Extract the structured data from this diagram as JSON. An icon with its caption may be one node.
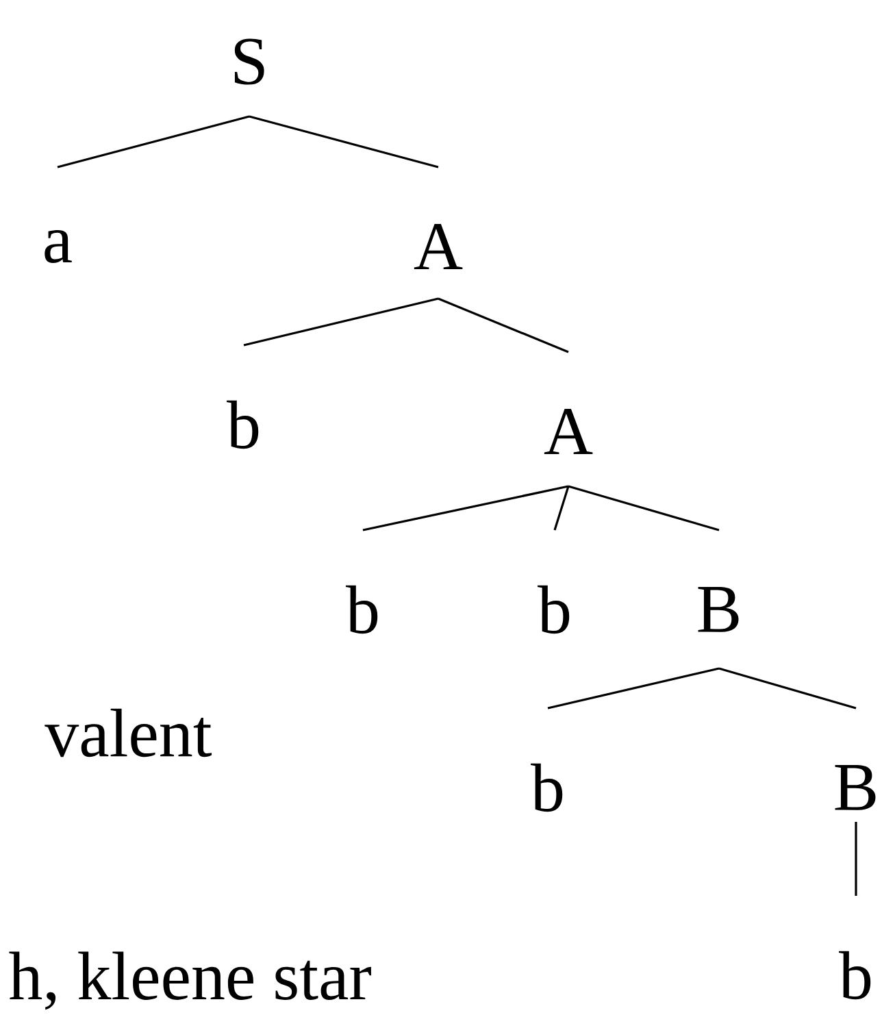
{
  "diagram": {
    "nodes": [
      {
        "text": [
          "S"
        ]
      },
      {
        "text": [
          "a"
        ]
      },
      {
        "text": [
          "A"
        ]
      },
      {
        "text": [
          "b"
        ]
      },
      {
        "text": [
          "A"
        ]
      },
      {
        "text": [
          "b"
        ]
      },
      {
        "text": [
          "b"
        ]
      },
      {
        "text": [
          "B"
        ]
      },
      {
        "text": [
          "b"
        ]
      },
      {
        "text": [
          "B"
        ]
      },
      {
        "text": [
          "b"
        ]
      }
    ],
    "edges": [
      {
        "from": 0,
        "to": 1,
        "arrow": "none"
      },
      {
        "from": 0,
        "to": 2,
        "arrow": "none"
      },
      {
        "from": 2,
        "to": 3,
        "arrow": "none"
      },
      {
        "from": 2,
        "to": 4,
        "arrow": "none"
      },
      {
        "from": 4,
        "to": 5,
        "arrow": "none"
      },
      {
        "from": 4,
        "to": 6,
        "arrow": "none"
      },
      {
        "from": 4,
        "to": 7,
        "arrow": "none"
      },
      {
        "from": 7,
        "to": 8,
        "arrow": "none"
      },
      {
        "from": 7,
        "to": 9,
        "arrow": "none"
      },
      {
        "from": 9,
        "to": 10,
        "arrow": "none"
      }
    ],
    "labels": [
      "valent",
      "h, kleene star"
    ]
  }
}
